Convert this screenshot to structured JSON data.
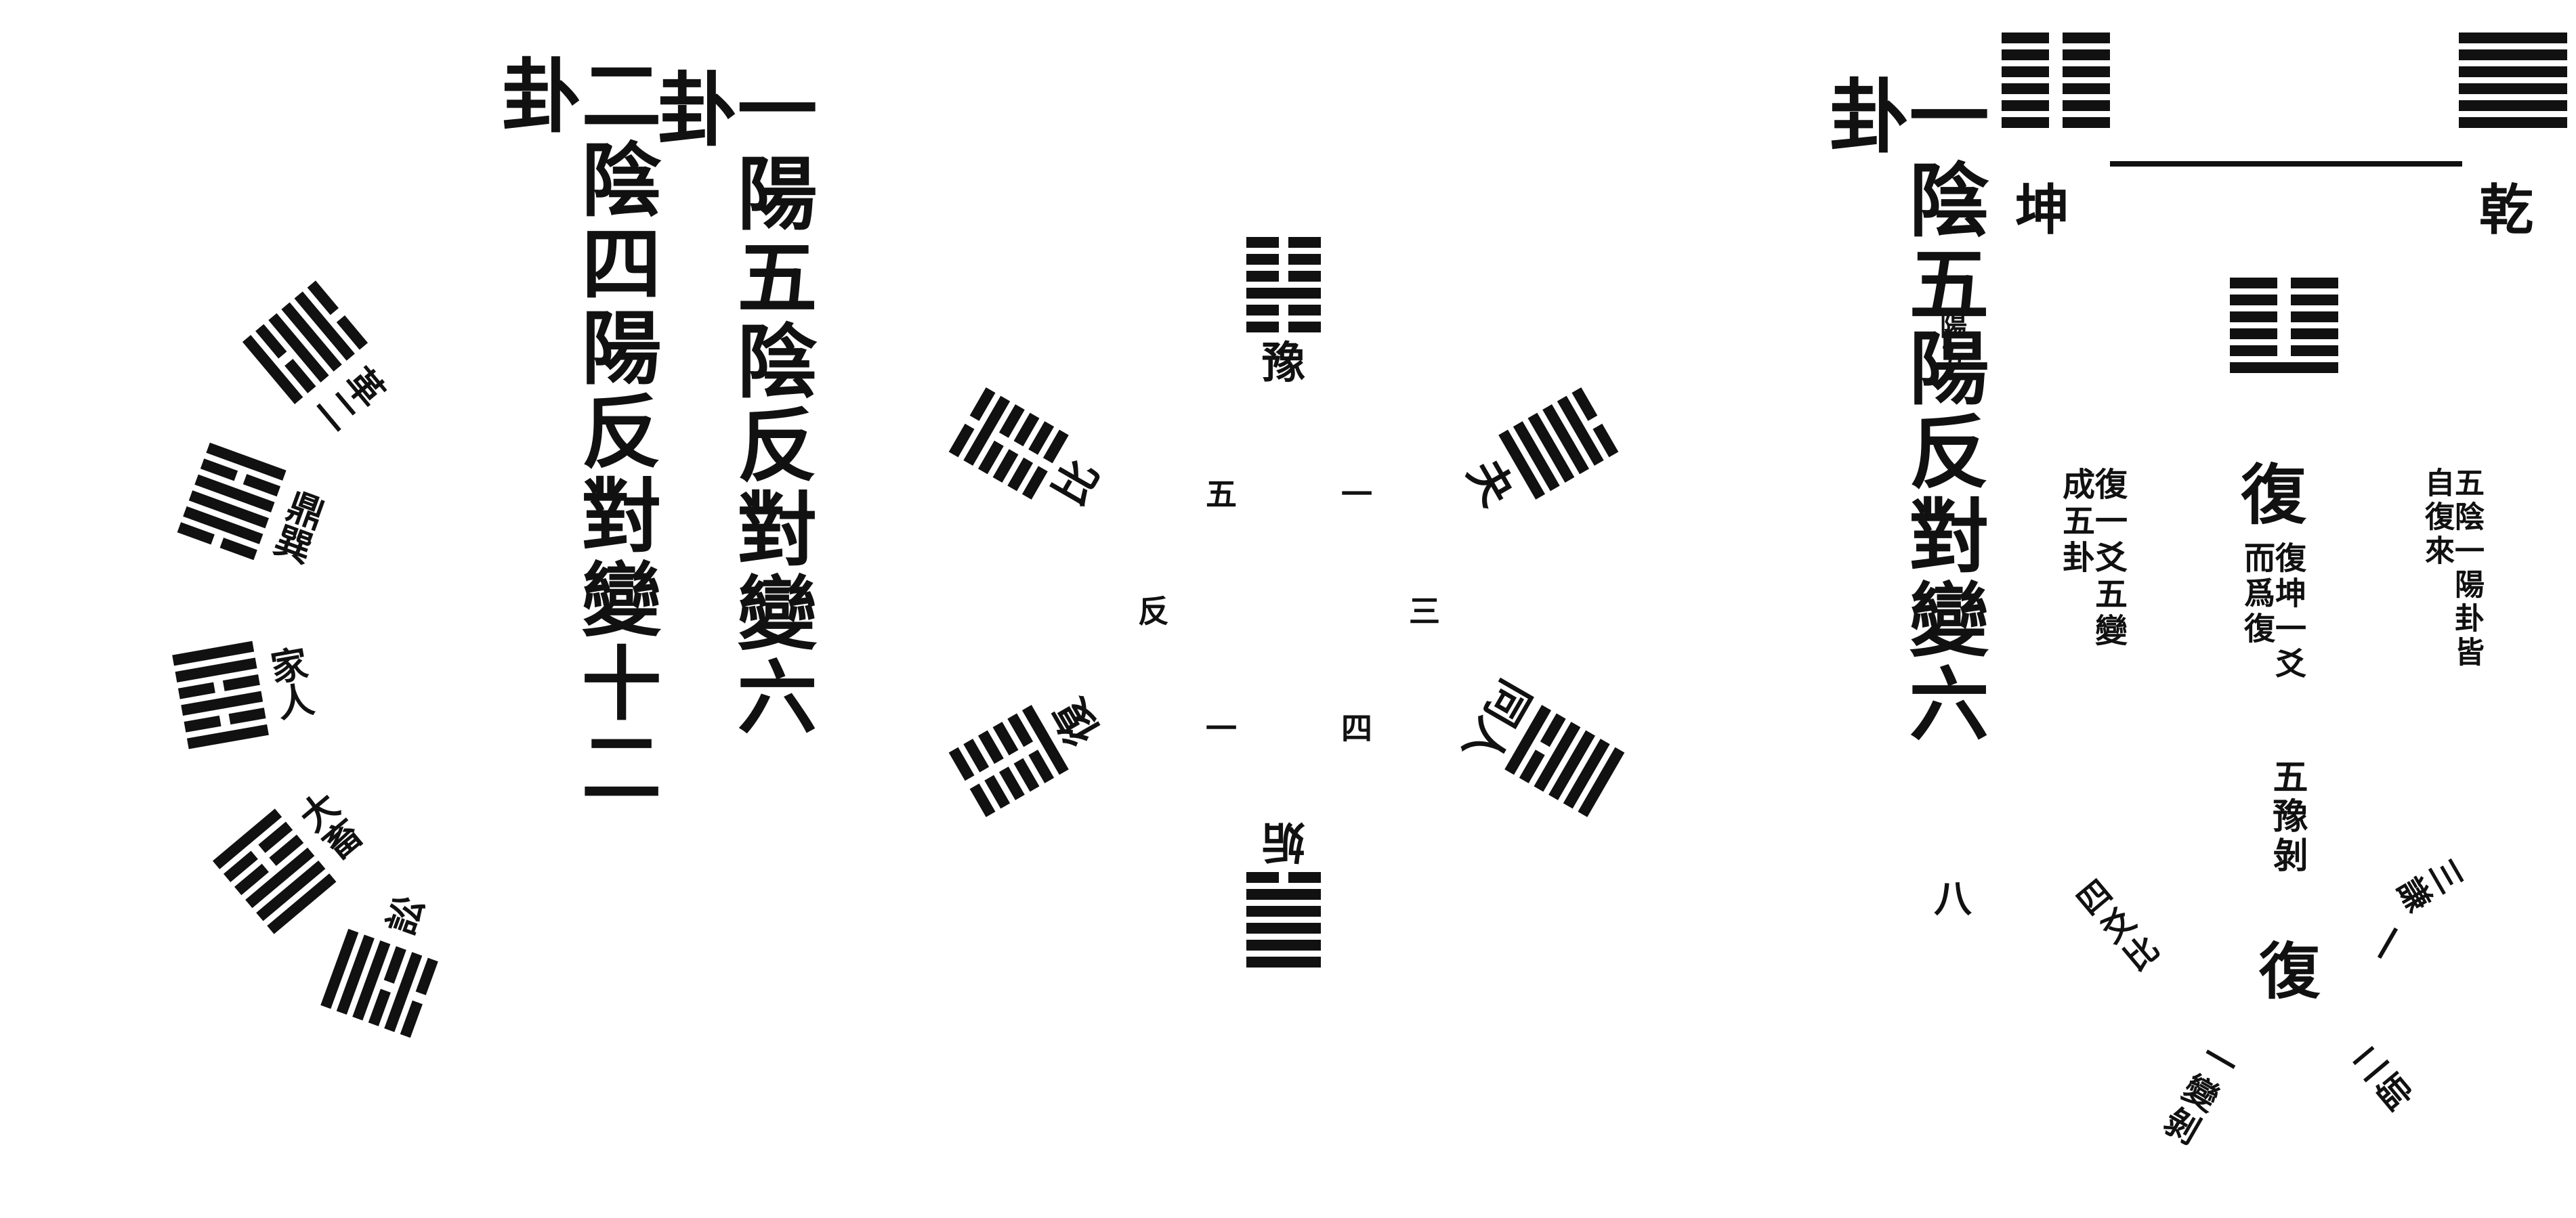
{
  "qian": {
    "name": "乾",
    "lines": [
      1,
      1,
      1,
      1,
      1,
      1
    ]
  },
  "kun": {
    "name": "坤",
    "lines": [
      0,
      0,
      0,
      0,
      0,
      0
    ]
  },
  "fu_top": {
    "lines": [
      0,
      0,
      0,
      0,
      0,
      1
    ]
  },
  "notes": {
    "wu_yin": "五陰一陽卦皆自復來",
    "fu_kun": "復坤一爻而爲復",
    "fu_yi_yao": "復一爻五變成五卦",
    "fu_big": "復"
  },
  "titles": {
    "main_right": "一陰五陽反對變六卦",
    "yang_wu": "陽五",
    "main_mid_1": "一陽五陰反對變六卦",
    "main_mid_2": "二陰四陽反對變十二卦",
    "eight": "八"
  },
  "right_star": {
    "center": "復",
    "rays": [
      "比",
      "豫",
      "謙",
      "師",
      "剝"
    ],
    "ray_labels": [
      "四爻比",
      "五豫剝",
      "三謙",
      "二師",
      "一變剝"
    ]
  },
  "mid_star": {
    "rays": [
      {
        "label": "豫",
        "lines": [
          0,
          0,
          0,
          1,
          0,
          0
        ]
      },
      {
        "label": "比",
        "lines": [
          0,
          1,
          0,
          0,
          0,
          0
        ]
      },
      {
        "label": "復",
        "lines": [
          0,
          0,
          0,
          0,
          0,
          1
        ]
      },
      {
        "label": "姤",
        "lines": [
          1,
          1,
          1,
          1,
          1,
          0
        ]
      },
      {
        "label": "同人",
        "lines": [
          1,
          1,
          1,
          1,
          0,
          1
        ]
      },
      {
        "label": "夬",
        "lines": [
          0,
          1,
          1,
          1,
          1,
          1
        ]
      }
    ],
    "inner": [
      "一",
      "五",
      "反",
      "一",
      "四",
      "三"
    ]
  },
  "left_arc": {
    "items": [
      {
        "label": "革二",
        "lines": [
          0,
          1,
          1,
          1,
          0,
          1
        ]
      },
      {
        "label": "鼎巽",
        "lines": [
          1,
          0,
          1,
          1,
          1,
          0
        ]
      },
      {
        "label": "家人",
        "lines": [
          1,
          1,
          0,
          1,
          0,
          1
        ]
      },
      {
        "label": "大畜",
        "lines": [
          1,
          0,
          0,
          1,
          1,
          1
        ]
      },
      {
        "label": "訟",
        "lines": [
          1,
          1,
          1,
          0,
          1,
          0
        ]
      }
    ]
  }
}
